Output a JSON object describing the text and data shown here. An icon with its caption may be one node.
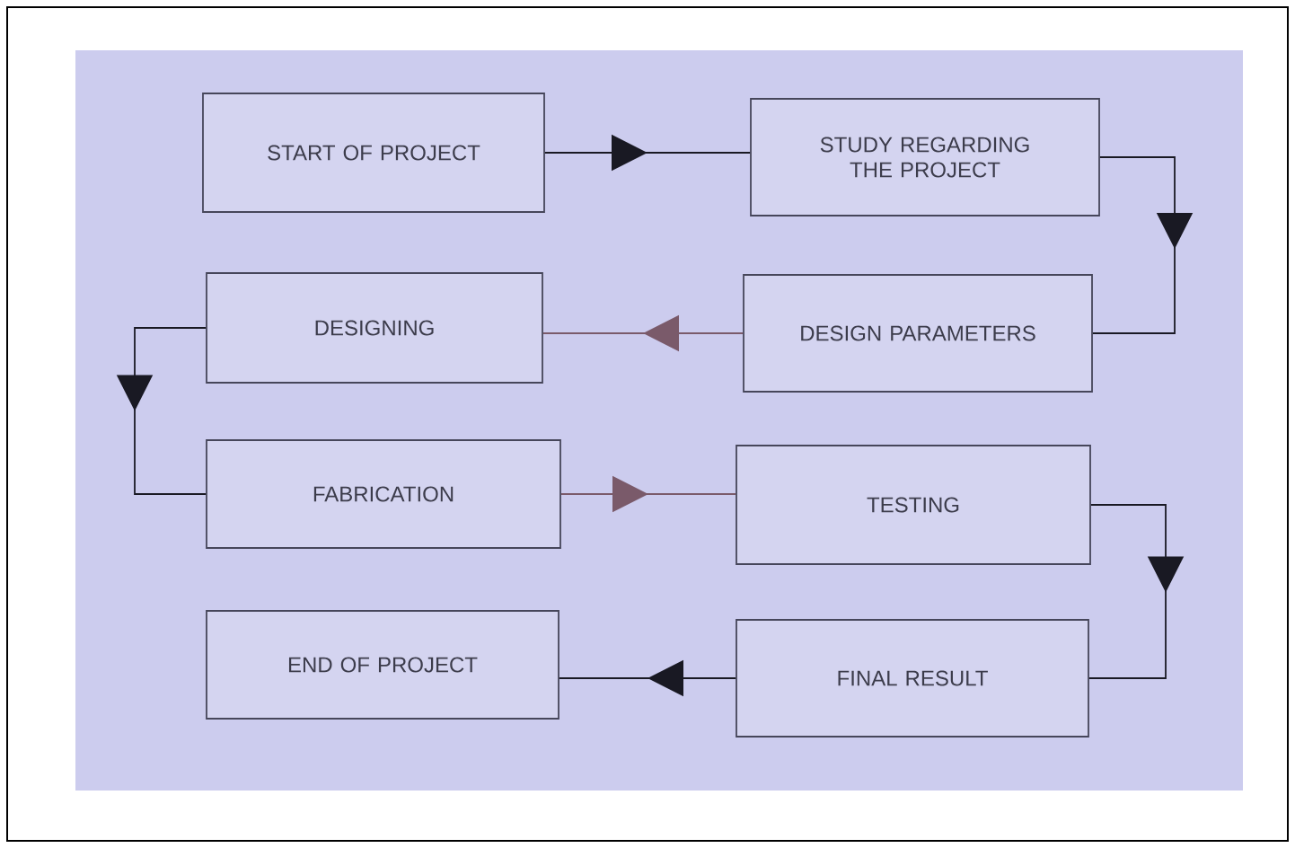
{
  "diagram": {
    "nodes": [
      {
        "text": [
          "START OF PROJECT"
        ]
      },
      {
        "text": [
          "STUDY REGARDING THE PROJECT"
        ]
      },
      {
        "text": [
          "DESIGN PARAMETERS"
        ]
      },
      {
        "text": [
          "DESIGNING"
        ]
      },
      {
        "text": [
          "FABRICATION"
        ]
      },
      {
        "text": [
          "TESTING"
        ]
      },
      {
        "text": [
          "FINAL RESULT"
        ]
      },
      {
        "text": [
          "END OF PROJECT"
        ]
      }
    ],
    "edges": [
      {
        "from": 0,
        "to": 1,
        "arrow": "to"
      },
      {
        "from": 1,
        "to": 2,
        "arrow": "to"
      },
      {
        "from": 2,
        "to": 3,
        "arrow": "to",
        "color": "#7a5a6a"
      },
      {
        "from": 3,
        "to": 4,
        "arrow": "to"
      },
      {
        "from": 4,
        "to": 5,
        "arrow": "to",
        "color": "#7a5a6a"
      },
      {
        "from": 5,
        "to": 6,
        "arrow": "to"
      },
      {
        "from": 6,
        "to": 7,
        "arrow": "to"
      }
    ]
  }
}
